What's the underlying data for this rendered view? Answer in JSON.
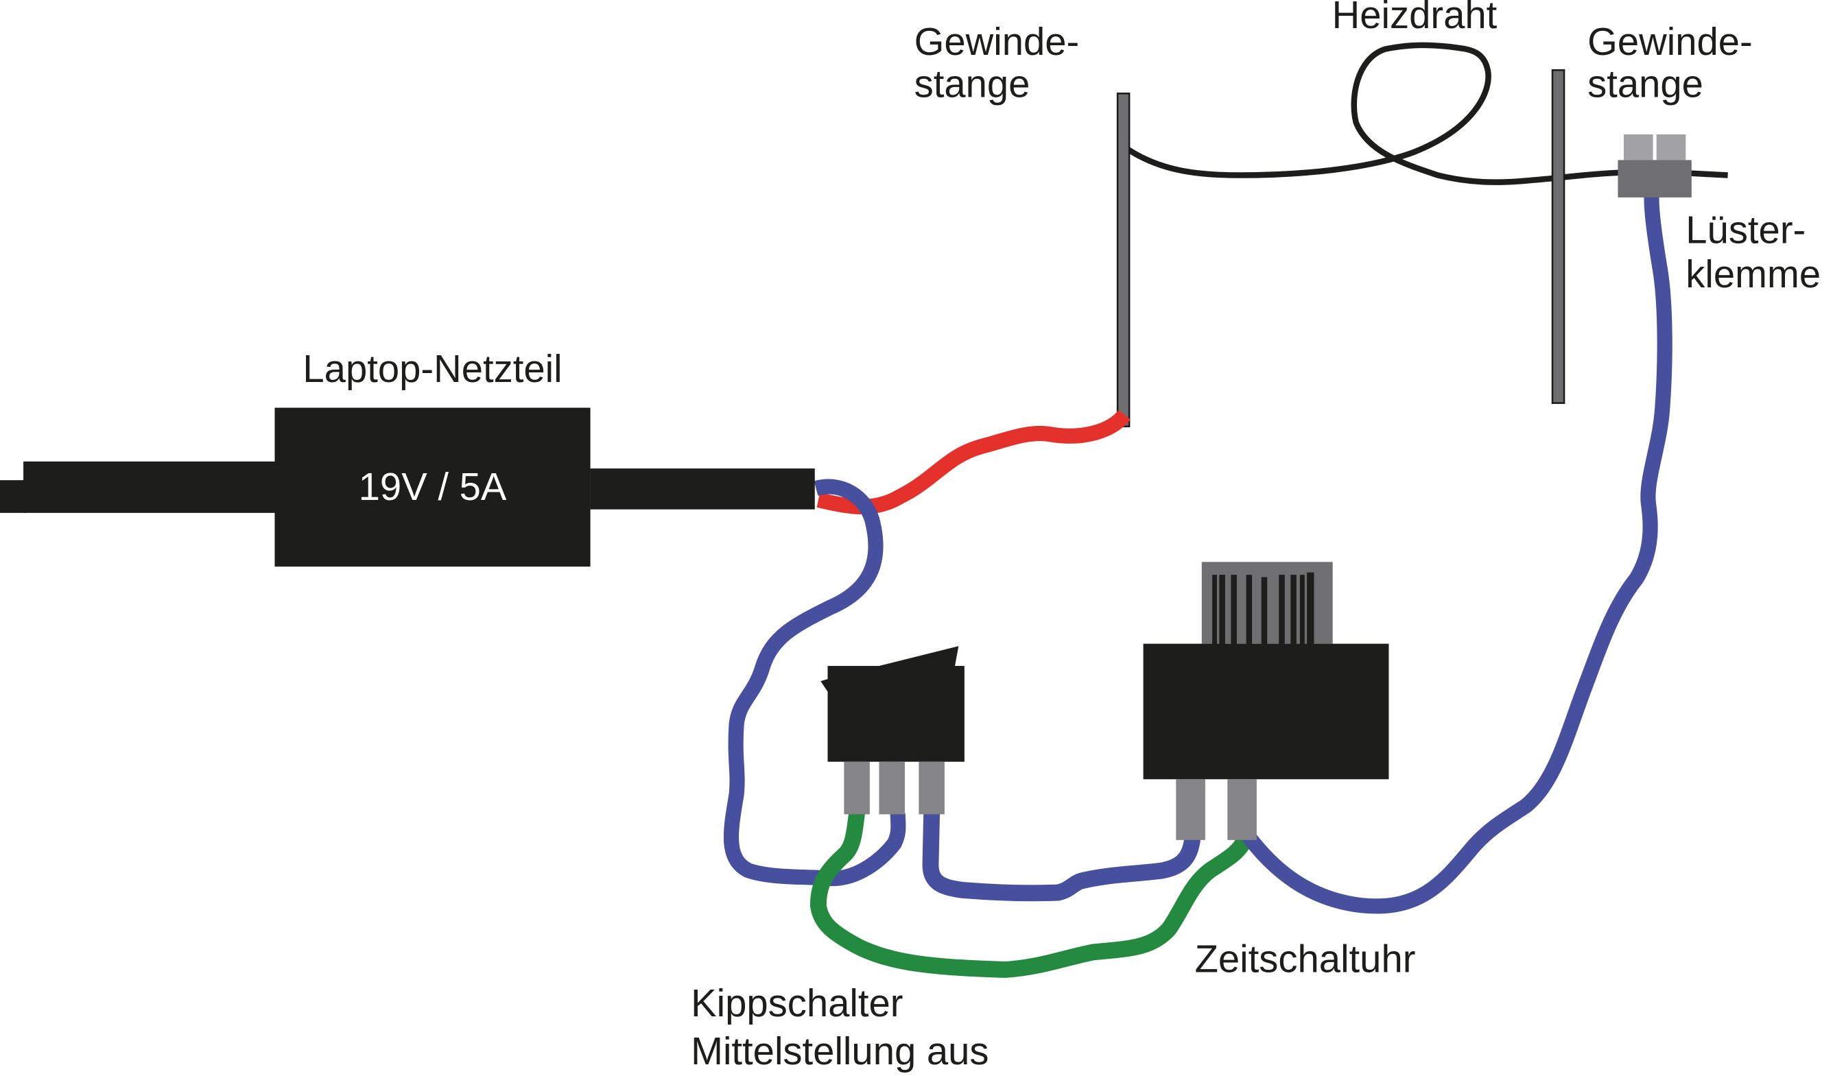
{
  "title": "Heizdraht-Schneidegerät Verdrahtung",
  "colors": {
    "background": "#ffffff",
    "device_black": "#1d1d1b",
    "rod_gray": "#6f6e70",
    "pin_gray": "#858488",
    "clamp_light": "#a2a2a5",
    "wire_red": "#e4312b",
    "wire_blue": "#46509e",
    "wire_green": "#238a3f",
    "heating_wire": "#1d1d1b"
  },
  "labels": {
    "power_supply": "Laptop-Netzteil",
    "power_supply_rating": "19V / 5A",
    "rod_left_line1": "Gewinde-",
    "rod_left_line2": "stange",
    "heating_wire": "Heizdraht",
    "rod_right_line1": "Gewinde-",
    "rod_right_line2": "stange",
    "clamp_line1": "Lüster-",
    "clamp_line2": "klemme",
    "timer": "Zeitschaltuhr",
    "switch_line1": "Kippschalter",
    "switch_line2": "Mittelstellung aus"
  },
  "components": [
    {
      "id": "power_supply",
      "name": "Laptop-Netzteil",
      "rating": "19V / 5A"
    },
    {
      "id": "rod_left",
      "name": "Gewindestange"
    },
    {
      "id": "rod_right",
      "name": "Gewindestange"
    },
    {
      "id": "heating_wire",
      "name": "Heizdraht"
    },
    {
      "id": "terminal_clamp",
      "name": "Lüsterklemme"
    },
    {
      "id": "toggle_switch",
      "name": "Kippschalter Mittelstellung aus",
      "pins": 3
    },
    {
      "id": "timer_switch",
      "name": "Zeitschaltuhr",
      "pins": 2
    }
  ],
  "connections": [
    {
      "from": "power_supply",
      "to": "rod_left",
      "color": "red"
    },
    {
      "from": "power_supply",
      "to": "toggle_switch.pin2",
      "color": "blue"
    },
    {
      "from": "toggle_switch.pin1",
      "to": "timer_switch.pin2",
      "color": "green"
    },
    {
      "from": "toggle_switch.pin3",
      "to": "timer_switch.pin1",
      "color": "blue"
    },
    {
      "from": "timer_switch.pin2",
      "to": "terminal_clamp",
      "color": "blue"
    },
    {
      "from": "rod_left",
      "to": "terminal_clamp",
      "via": "heating_wire",
      "color": "black"
    }
  ]
}
